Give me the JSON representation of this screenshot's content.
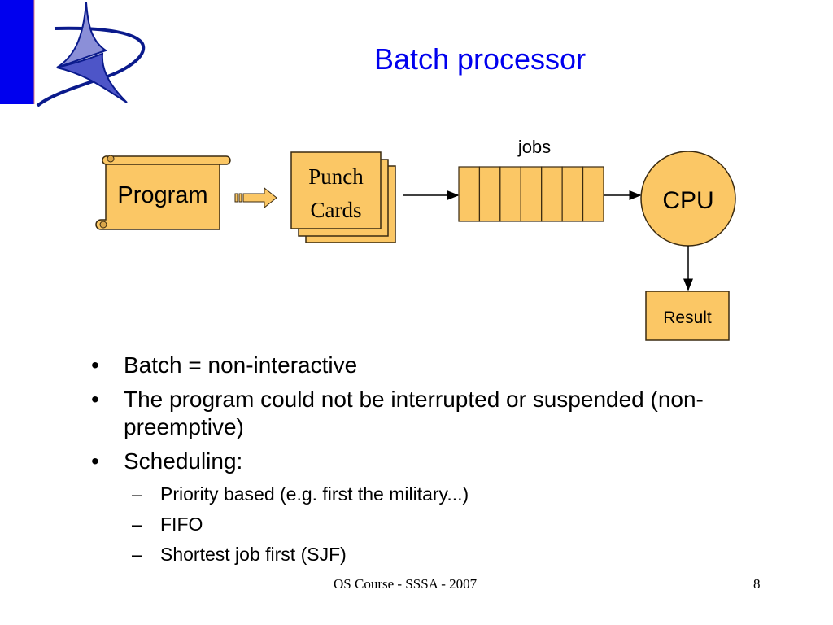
{
  "slide": {
    "title": "Batch processor",
    "page_number": "8",
    "footer": "OS Course - SSSA - 2007"
  },
  "diagram": {
    "program_label": "Program",
    "punch_cards_line1": "Punch",
    "punch_cards_line2": "Cards",
    "queue_label": "jobs",
    "queue_slots": 7,
    "cpu_label": "CPU",
    "result_label": "Result",
    "colors": {
      "fill": "#fbc765",
      "stroke": "#3a2a10",
      "logo_blue": "#0000ee",
      "logo_navy": "#0a1a8c"
    }
  },
  "bullets": [
    {
      "text": "Batch = non-interactive",
      "sub": []
    },
    {
      "text": "The program could not be interrupted or suspended (non-preemptive)",
      "sub": []
    },
    {
      "text": "Scheduling:",
      "sub": [
        "Priority based (e.g. first the military...)",
        "FIFO",
        "Shortest job first (SJF)"
      ]
    }
  ]
}
